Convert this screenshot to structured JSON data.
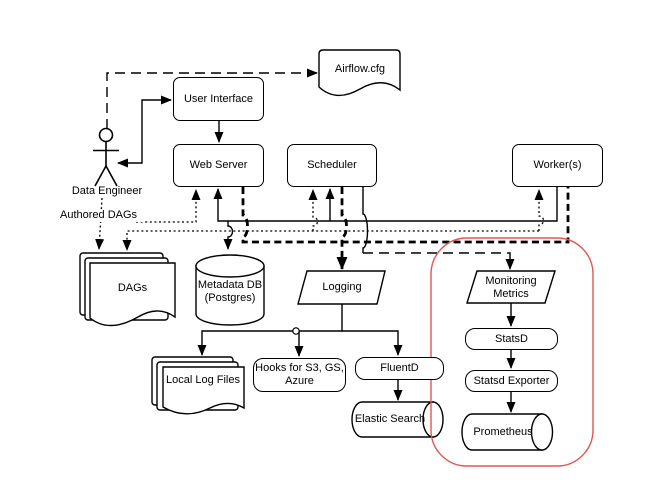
{
  "diagram": {
    "background_color": "#ffffff",
    "line_color": "#000000",
    "highlight_box_color": "#e25750",
    "nodes": {
      "airflow_cfg": {
        "label": "Airflow.cfg",
        "shape": "document"
      },
      "user_interface": {
        "label": "User Interface",
        "shape": "rounded-rect"
      },
      "web_server": {
        "label": "Web Server",
        "shape": "rounded-rect"
      },
      "scheduler": {
        "label": "Scheduler",
        "shape": "rounded-rect"
      },
      "workers": {
        "label": "Worker(s)",
        "shape": "rounded-rect"
      },
      "data_engineer": {
        "label": "Data Engineer",
        "shape": "actor"
      },
      "dags": {
        "label": "DAGs",
        "shape": "multi-document"
      },
      "metadata_db": {
        "label": "Metadata DB (Postgres)",
        "shape": "database-cylinder"
      },
      "logging": {
        "label": "Logging",
        "shape": "parallelogram"
      },
      "local_log_files": {
        "label": "Local Log Files",
        "shape": "multi-document"
      },
      "hooks": {
        "label": "Hooks for  S3, GS, Azure",
        "shape": "rounded-rect"
      },
      "fluentd": {
        "label": "FluentD",
        "shape": "rounded-rect"
      },
      "elastic_search": {
        "label": "Elastic Search",
        "shape": "horizontal-cylinder"
      },
      "monitoring_metrics": {
        "label": "Monitoring Metrics",
        "shape": "parallelogram"
      },
      "statsd": {
        "label": "StatsD",
        "shape": "rounded-rect"
      },
      "statsd_exporter": {
        "label": "Statsd Exporter",
        "shape": "rounded-rect"
      },
      "prometheus": {
        "label": "Prometheus",
        "shape": "horizontal-cylinder"
      }
    },
    "edge_labels": {
      "authored_dags": "Authored DAGs"
    }
  }
}
